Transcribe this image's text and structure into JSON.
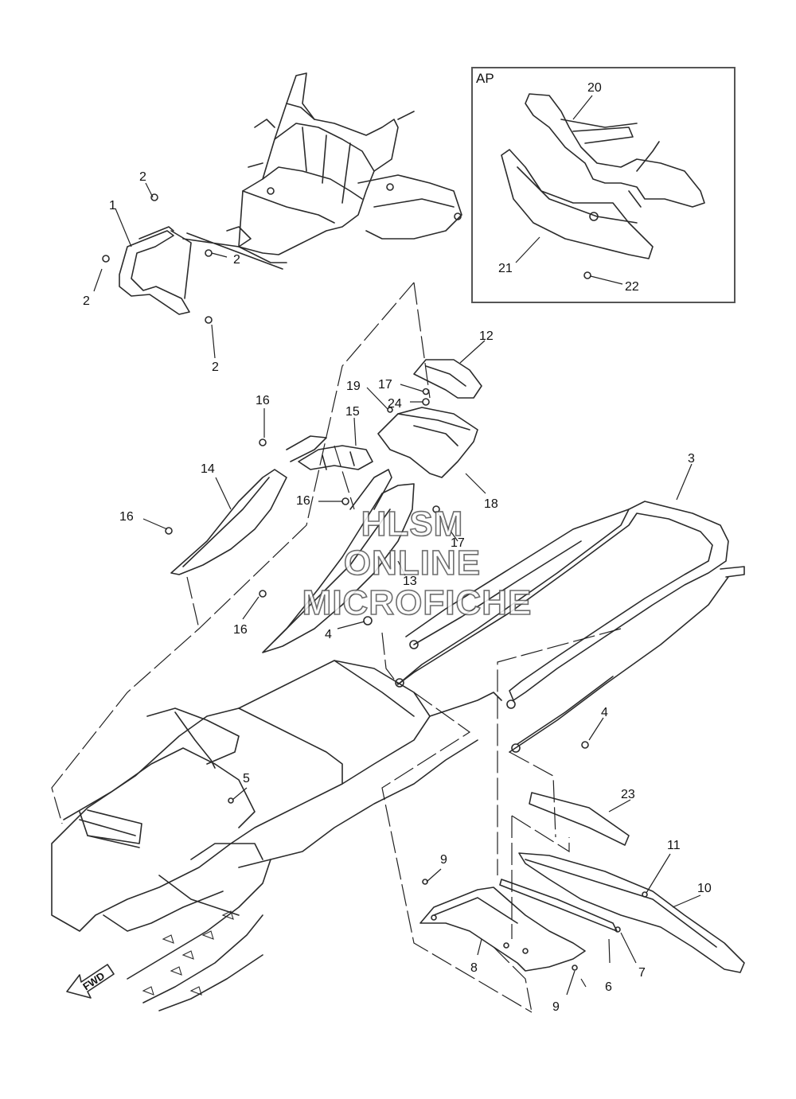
{
  "inset": {
    "label": "AP"
  },
  "watermark": {
    "line1": "HLSM",
    "line2": "ONLINE",
    "line3": "MICROFICHE"
  },
  "direction_marker": {
    "label": "FWD",
    "icon": "forward-arrow-icon"
  },
  "callouts": [
    {
      "id": "c1",
      "text": "1"
    },
    {
      "id": "c2a",
      "text": "2"
    },
    {
      "id": "c2b",
      "text": "2"
    },
    {
      "id": "c2c",
      "text": "2"
    },
    {
      "id": "c2d",
      "text": "2"
    },
    {
      "id": "c3",
      "text": "3"
    },
    {
      "id": "c4a",
      "text": "4"
    },
    {
      "id": "c4b",
      "text": "4"
    },
    {
      "id": "c5",
      "text": "5"
    },
    {
      "id": "c6",
      "text": "6"
    },
    {
      "id": "c7",
      "text": "7"
    },
    {
      "id": "c8",
      "text": "8"
    },
    {
      "id": "c9a",
      "text": "9"
    },
    {
      "id": "c9b",
      "text": "9"
    },
    {
      "id": "c10",
      "text": "10"
    },
    {
      "id": "c11",
      "text": "11"
    },
    {
      "id": "c12",
      "text": "12"
    },
    {
      "id": "c13",
      "text": "13"
    },
    {
      "id": "c14",
      "text": "14"
    },
    {
      "id": "c15",
      "text": "15"
    },
    {
      "id": "c16a",
      "text": "16"
    },
    {
      "id": "c16b",
      "text": "16"
    },
    {
      "id": "c16c",
      "text": "16"
    },
    {
      "id": "c16d",
      "text": "16"
    },
    {
      "id": "c17a",
      "text": "17"
    },
    {
      "id": "c17b",
      "text": "17"
    },
    {
      "id": "c18",
      "text": "18"
    },
    {
      "id": "c19",
      "text": "19"
    },
    {
      "id": "c20",
      "text": "20"
    },
    {
      "id": "c21",
      "text": "21"
    },
    {
      "id": "c22",
      "text": "22"
    },
    {
      "id": "c23",
      "text": "23"
    },
    {
      "id": "c24",
      "text": "24"
    }
  ]
}
